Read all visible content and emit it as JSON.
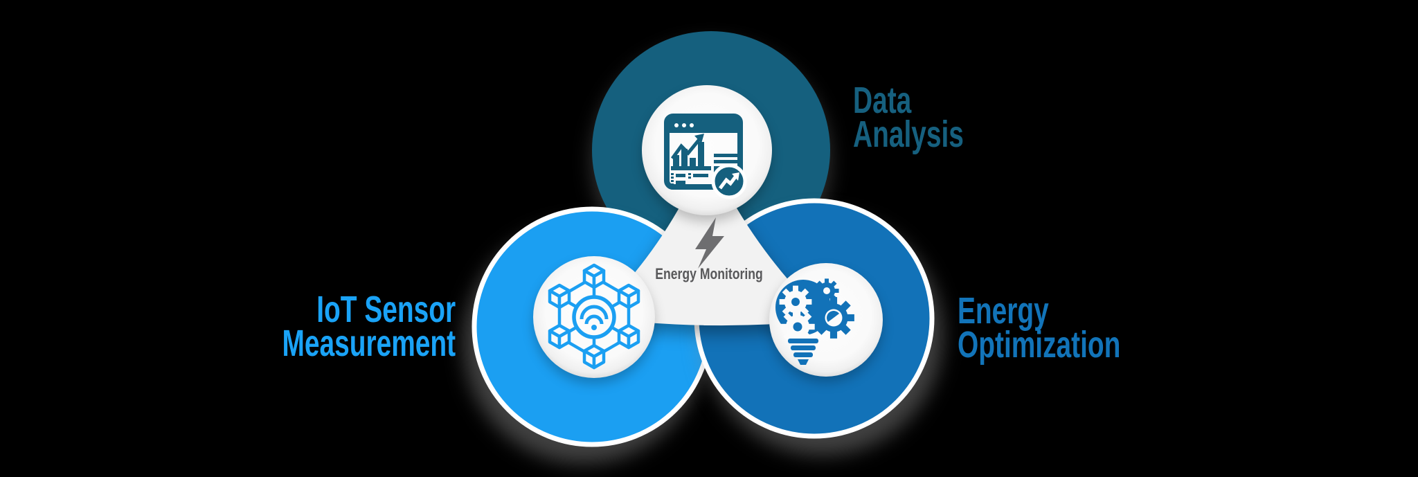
{
  "diagram": {
    "title": "Energy Monitoring infographic",
    "background_color": "#000000",
    "connector_color": "#f2f2f2",
    "center": {
      "label": "Energy Monitoring",
      "label_line1": "Energy",
      "label_line2": "Monitoring",
      "icon": "lightning-bolt-icon",
      "text_color": "#58585a",
      "bolt_color": "#6e6e70"
    },
    "nodes": [
      {
        "id": "data-analysis",
        "position": "top",
        "label": "Data Analysis",
        "label_line1": "Data",
        "label_line2": "Analysis",
        "icon": "analytics-dashboard-icon",
        "circle_color": "#15607e",
        "label_color": "#16607f"
      },
      {
        "id": "iot-sensor-measurement",
        "position": "bottom-left",
        "label": "IoT Sensor Measurement",
        "label_line1": "IoT Sensor",
        "label_line2": "Measurement",
        "icon": "iot-network-icon",
        "circle_color": "#1b9ff2",
        "label_color": "#1aa3f7"
      },
      {
        "id": "energy-optimization",
        "position": "bottom-right",
        "label": "Energy Optimization",
        "label_line1": "Energy",
        "label_line2": "Optimization",
        "icon": "lightbulb-gears-icon",
        "circle_color": "#1272b8",
        "label_color": "#1274b9"
      }
    ]
  }
}
